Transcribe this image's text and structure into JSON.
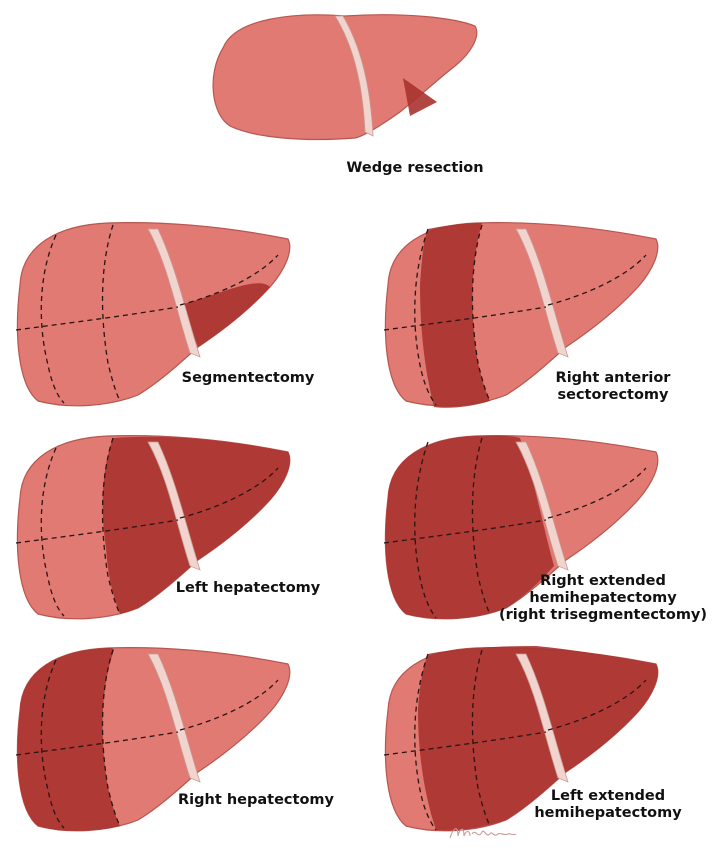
{
  "figure": {
    "panels": [
      {
        "id": "wedge",
        "caption": [
          "Wedge resection"
        ],
        "resected": "wedge"
      },
      {
        "id": "segmentectomy",
        "caption": [
          "Segmentectomy"
        ],
        "resected": "left-lower-segment"
      },
      {
        "id": "right-anterior",
        "caption": [
          "Right anterior",
          "sectorectomy"
        ],
        "resected": "right-anterior-sector"
      },
      {
        "id": "left-hepatectomy",
        "caption": [
          "Left hepatectomy"
        ],
        "resected": "left-lobe-and-medial"
      },
      {
        "id": "right-extended",
        "caption": [
          "Right extended",
          "hemihepatectomy",
          "(right trisegmentectomy)"
        ],
        "resected": "right-lobe-and-medial"
      },
      {
        "id": "right-hepatectomy",
        "caption": [
          "Right hepatectomy"
        ],
        "resected": "right-lobe"
      },
      {
        "id": "left-extended",
        "caption": [
          "Left extended",
          "hemihepatectomy"
        ],
        "resected": "left-lobe-medial-and-right-anterior"
      }
    ]
  },
  "colors": {
    "liver": "#e07a72",
    "liver_highlight": "#eea098",
    "resected": "#a8322f",
    "dashed_line": "#2a1414",
    "ligament": "#f2d4cf"
  }
}
